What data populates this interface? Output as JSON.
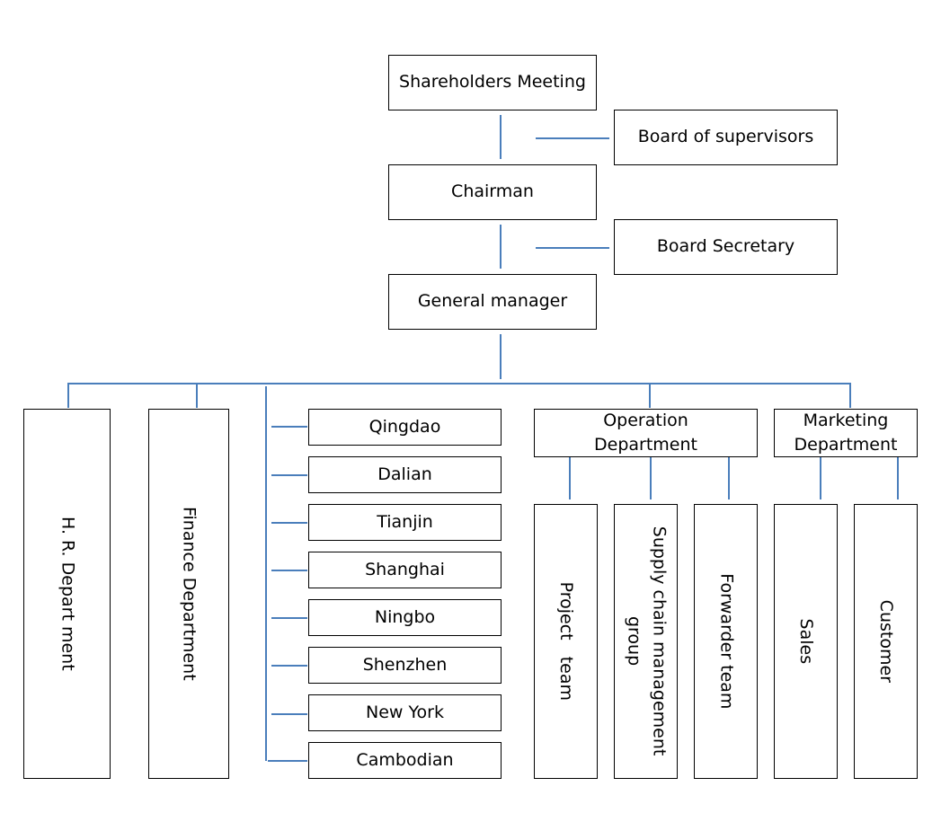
{
  "top": {
    "shareholders": "Shareholders Meeting",
    "supervisors": "Board of supervisors",
    "chairman": "Chairman",
    "secretary": "Board Secretary",
    "general_manager": "General manager"
  },
  "departments": {
    "hr": "H. R. Depart ment",
    "finance": "Finance Department",
    "operation": "Operation Department",
    "marketing": "Marketing Department"
  },
  "branches": [
    "Qingdao",
    "Dalian",
    "Tianjin",
    "Shanghai",
    "Ningbo",
    "Shenzhen",
    "New York",
    "Cambodian"
  ],
  "operation_teams": [
    "Project   team",
    "Supply chain management\ngroup",
    "Forwarder team"
  ],
  "marketing_teams": [
    "Sales",
    "Customer"
  ]
}
